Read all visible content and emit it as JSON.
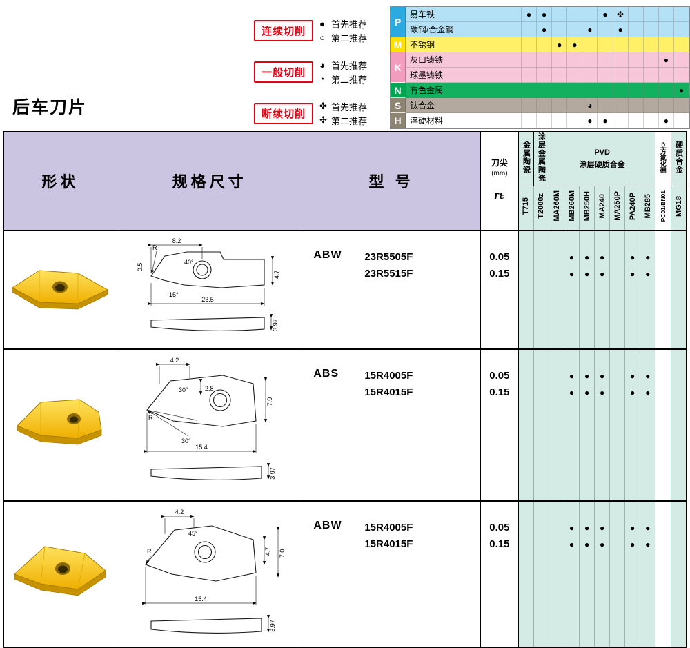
{
  "title": "后车刀片",
  "legend": {
    "items": [
      {
        "label": "连续切削",
        "first_symbol": "●",
        "first_text": "首先推荐",
        "second_symbol": "○",
        "second_text": "第二推荐"
      },
      {
        "label": "一般切削",
        "first_symbol": "◕",
        "first_text": "首先推荐",
        "second_symbol": "◔",
        "second_text": "第二推荐"
      },
      {
        "label": "断续切削",
        "first_symbol": "✤",
        "first_text": "首先推荐",
        "second_symbol": "✣",
        "second_text": "第二推荐"
      }
    ]
  },
  "material_chart": {
    "letters": [
      {
        "letter": "P",
        "row": 1,
        "span": 2,
        "color": "#2BAAE1"
      },
      {
        "letter": "M",
        "row": 3,
        "span": 1,
        "color": "#FFE100"
      },
      {
        "letter": "K",
        "row": 4,
        "span": 2,
        "color": "#F29CBE"
      },
      {
        "letter": "N",
        "row": 6,
        "span": 1,
        "color": "#00A651"
      },
      {
        "letter": "S",
        "row": 7,
        "span": 1,
        "color": "#8E8472"
      },
      {
        "letter": "H",
        "row": 8,
        "span": 1,
        "color": "#8E8472"
      }
    ],
    "rows": [
      {
        "name": "易车铁",
        "tint": "#B5E1F6",
        "marks": [
          "●",
          "●",
          "",
          "",
          "",
          "●",
          "✤",
          "",
          "",
          "",
          ""
        ]
      },
      {
        "name": "碳钢/合金钢",
        "tint": "#B5E1F6",
        "marks": [
          "",
          "●",
          "",
          "",
          "●",
          "",
          "●",
          "",
          "",
          "",
          ""
        ]
      },
      {
        "name": "不锈钢",
        "tint": "#FFF068",
        "marks": [
          "",
          "",
          "●",
          "●",
          "",
          "",
          "",
          "",
          "",
          "",
          ""
        ]
      },
      {
        "name": "灰口铸铁",
        "tint": "#F8C6D9",
        "marks": [
          "",
          "",
          "",
          "",
          "",
          "",
          "",
          "",
          "",
          "●",
          ""
        ]
      },
      {
        "name": "球墨铸铁",
        "tint": "#F8C6D9",
        "marks": [
          "",
          "",
          "",
          "",
          "",
          "",
          "",
          "",
          "",
          "",
          ""
        ]
      },
      {
        "name": "有色金属",
        "tint": "#12B05F",
        "marks": [
          "",
          "",
          "",
          "",
          "",
          "",
          "",
          "",
          "",
          "",
          "●"
        ]
      },
      {
        "name": "钛合金",
        "tint": "#B3A99E",
        "marks": [
          "",
          "",
          "",
          "",
          "◕",
          "",
          "",
          "",
          "",
          "",
          ""
        ]
      },
      {
        "name": "淬硬材料",
        "tint": "#FFFFFF",
        "marks": [
          "",
          "",
          "",
          "",
          "●",
          "●",
          "",
          "",
          "",
          "●",
          ""
        ]
      }
    ]
  },
  "table": {
    "dot_symbol": "●",
    "headers": {
      "shape": "形状",
      "dims": "规格尺寸",
      "model": "型 号",
      "nose": "刀尖",
      "nose_unit": "(mm)",
      "nose_symbol": "rε"
    },
    "grade_groups": [
      "金属陶瓷",
      "涂层金属陶瓷",
      "PVD",
      "涂层硬质合金",
      "立方氮化硼",
      "硬质合金"
    ],
    "grades": [
      "T715",
      "T2000z",
      "MA260M",
      "MB260M",
      "MB250H",
      "MA240",
      "MA250P",
      "PA240P",
      "MB285",
      "PC01/BN01",
      "MG18"
    ],
    "rows": [
      {
        "prefix": "ABW",
        "models": [
          "23R5505F",
          "23R5515F"
        ],
        "radii": [
          "0.05",
          "0.15"
        ],
        "marks": [
          0,
          0,
          0,
          1,
          1,
          1,
          0,
          1,
          1,
          0,
          0
        ],
        "drawing": {
          "w": "8.2",
          "a1": "40°",
          "t": "0.5",
          "r": "R",
          "h": "4.7",
          "a2": "15°",
          "len": "23.5",
          "th": "3.97"
        }
      },
      {
        "prefix": "ABS",
        "models": [
          "15R4005F",
          "15R4015F"
        ],
        "radii": [
          "0.05",
          "0.15"
        ],
        "marks": [
          0,
          0,
          0,
          1,
          1,
          1,
          0,
          1,
          1,
          0,
          0
        ],
        "drawing": {
          "w": "4.2",
          "a1": "30°",
          "step": "2.8",
          "h": "7.0",
          "r": "R",
          "a2": "30°",
          "len": "15.4",
          "th": "3.97"
        }
      },
      {
        "prefix": "ABW",
        "models": [
          "15R4005F",
          "15R4015F"
        ],
        "radii": [
          "0.05",
          "0.15"
        ],
        "marks": [
          0,
          0,
          0,
          1,
          1,
          1,
          0,
          1,
          1,
          0,
          0
        ],
        "drawing": {
          "w": "4.2",
          "a1": "45°",
          "r": "R",
          "h1": "4.7",
          "h": "7.0",
          "len": "15.4",
          "th": "3.97"
        }
      }
    ]
  },
  "colors": {
    "accent_red": "#E60012",
    "header_purple": "#CCC5E1",
    "grade_teal": "#D4EAE4",
    "insert_yellow": "#F7C600"
  }
}
